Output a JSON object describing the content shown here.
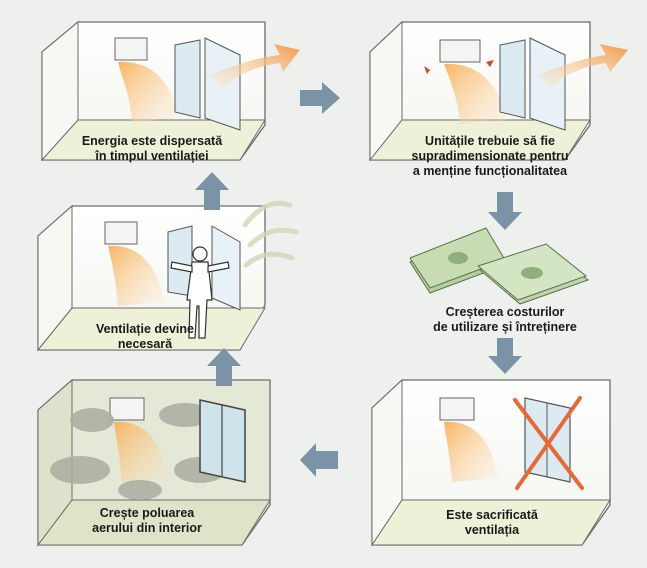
{
  "steps": {
    "energy_dispersed": {
      "line1": "Energia este dispersată",
      "line2": "în timpul ventilației"
    },
    "oversized_units": {
      "line1": "Unitățile trebuie să fie",
      "line2": "supradimensionate pentru",
      "line3": "a menține funcționalitatea"
    },
    "costs_increase": {
      "line1": "Creșterea costurilor",
      "line2": "de utilizare și întreținere"
    },
    "ventilation_sacrificed": {
      "line1": "Este sacrificată",
      "line2": "ventilația"
    },
    "pollution_increases": {
      "line1": "Crește poluarea",
      "line2": "aerului din interior"
    },
    "ventilation_needed": {
      "line1": "Ventilație devine",
      "line2": "necesară"
    }
  },
  "colors": {
    "background": "#eef0ee",
    "room_wall": "#ffffff",
    "room_floor": "#eef0d8",
    "polluted_wall": "#e4e8d6",
    "arrow": "#7a93a6",
    "heat_flow": "#f39a4a",
    "red_cross": "#e46a3a",
    "money": "#a9c79a"
  },
  "icons": {
    "heat-flow": "orange gradient air stream from wall-mounted AC unit",
    "window": "open casement window",
    "person": "outline figure opening window",
    "money": "stacks of euro banknotes",
    "cross": "red X over closed window",
    "smog": "grey pollution clouds"
  }
}
